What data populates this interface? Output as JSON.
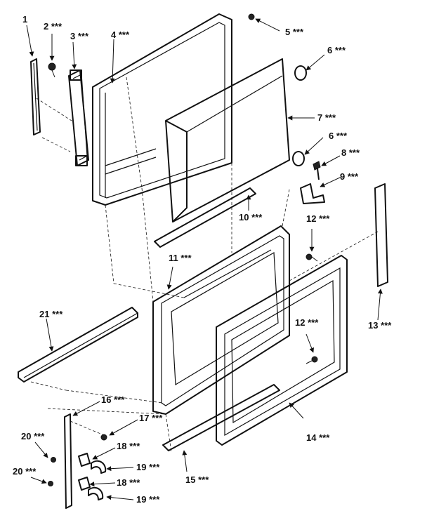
{
  "diagram": {
    "callouts": [
      {
        "id": "c1",
        "text": "1"
      },
      {
        "id": "c2",
        "text": "2 ***"
      },
      {
        "id": "c3",
        "text": "3 ***"
      },
      {
        "id": "c4",
        "text": "4 ***"
      },
      {
        "id": "c5",
        "text": "5 ***"
      },
      {
        "id": "c6a",
        "text": "6 ***"
      },
      {
        "id": "c7",
        "text": "7 ***"
      },
      {
        "id": "c6b",
        "text": "6 ***"
      },
      {
        "id": "c8",
        "text": "8 ***"
      },
      {
        "id": "c9",
        "text": "9 ***"
      },
      {
        "id": "c10",
        "text": "10 ***"
      },
      {
        "id": "c12a",
        "text": "12 ***"
      },
      {
        "id": "c11",
        "text": "11 ***"
      },
      {
        "id": "c12b",
        "text": "12 ***"
      },
      {
        "id": "c13",
        "text": "13 ***"
      },
      {
        "id": "c21",
        "text": "21 ***"
      },
      {
        "id": "c16",
        "text": "16 ***"
      },
      {
        "id": "c17",
        "text": "17 ***"
      },
      {
        "id": "c14",
        "text": "14 ***"
      },
      {
        "id": "c18a",
        "text": "18 ***"
      },
      {
        "id": "c19a",
        "text": "19 ***"
      },
      {
        "id": "c15",
        "text": "15 ***"
      },
      {
        "id": "c20a",
        "text": "20 ***"
      },
      {
        "id": "c20b",
        "text": "20 ***"
      },
      {
        "id": "c18b",
        "text": "18 ***"
      },
      {
        "id": "c19b",
        "text": "19 ***"
      }
    ]
  }
}
